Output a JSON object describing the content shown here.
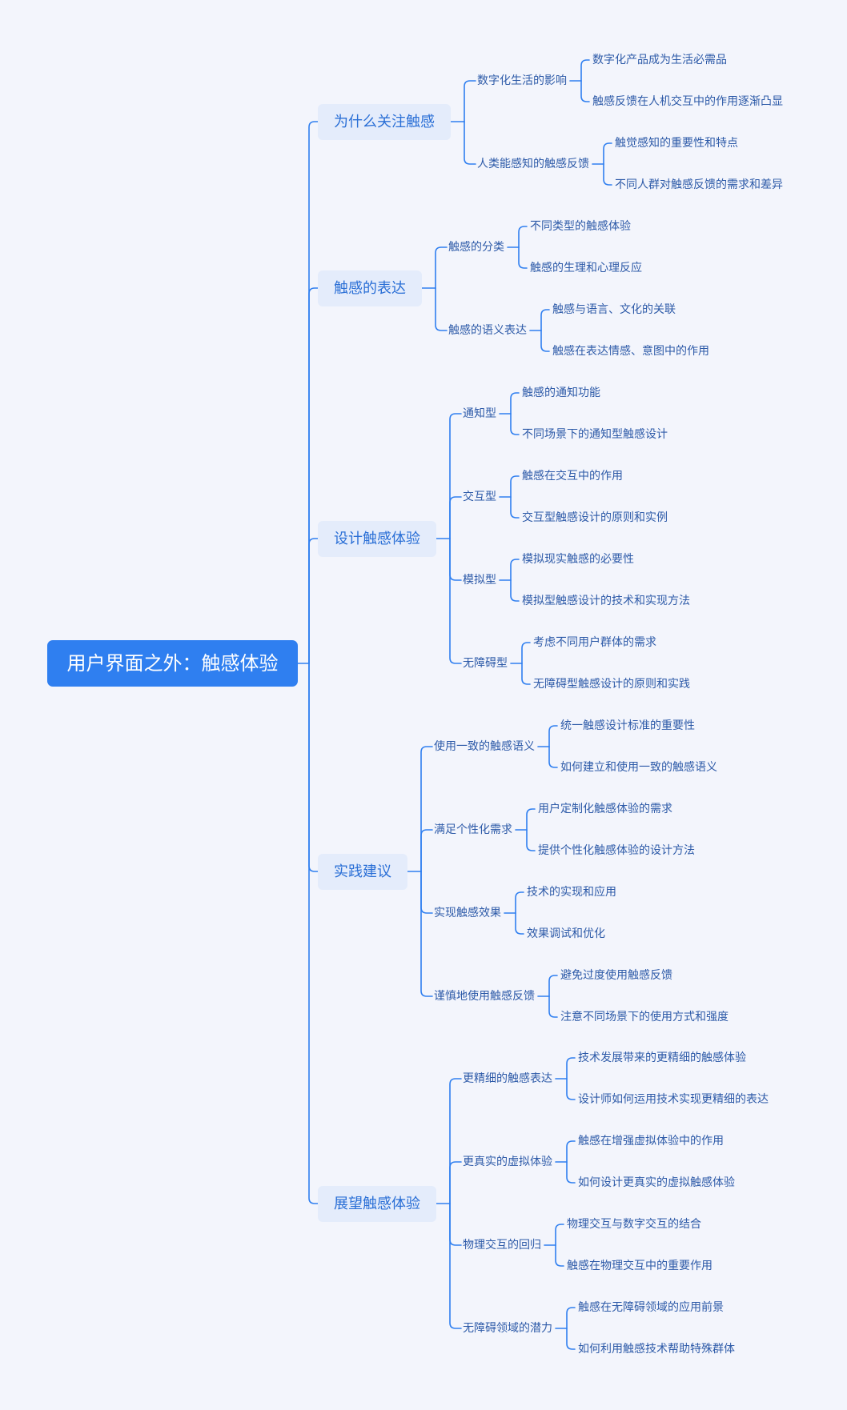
{
  "title": "用户界面之外：触感体验",
  "branches": [
    {
      "label": "为什么关注触感",
      "children": [
        {
          "label": "数字化生活的影响",
          "children": [
            "数字化产品成为生活必需品",
            "触感反馈在人机交互中的作用逐渐凸显"
          ]
        },
        {
          "label": "人类能感知的触感反馈",
          "children": [
            "触觉感知的重要性和特点",
            "不同人群对触感反馈的需求和差异"
          ]
        }
      ]
    },
    {
      "label": "触感的表达",
      "children": [
        {
          "label": "触感的分类",
          "children": [
            "不同类型的触感体验",
            "触感的生理和心理反应"
          ]
        },
        {
          "label": "触感的语义表达",
          "children": [
            "触感与语言、文化的关联",
            "触感在表达情感、意图中的作用"
          ]
        }
      ]
    },
    {
      "label": "设计触感体验",
      "children": [
        {
          "label": "通知型",
          "children": [
            "触感的通知功能",
            "不同场景下的通知型触感设计"
          ]
        },
        {
          "label": "交互型",
          "children": [
            "触感在交互中的作用",
            "交互型触感设计的原则和实例"
          ]
        },
        {
          "label": "模拟型",
          "children": [
            "模拟现实触感的必要性",
            "模拟型触感设计的技术和实现方法"
          ]
        },
        {
          "label": "无障碍型",
          "children": [
            "考虑不同用户群体的需求",
            "无障碍型触感设计的原则和实践"
          ]
        }
      ]
    },
    {
      "label": "实践建议",
      "children": [
        {
          "label": "使用一致的触感语义",
          "children": [
            "统一触感设计标准的重要性",
            "如何建立和使用一致的触感语义"
          ]
        },
        {
          "label": "满足个性化需求",
          "children": [
            "用户定制化触感体验的需求",
            "提供个性化触感体验的设计方法"
          ]
        },
        {
          "label": "实现触感效果",
          "children": [
            "技术的实现和应用",
            "效果调试和优化"
          ]
        },
        {
          "label": "谨慎地使用触感反馈",
          "children": [
            "避免过度使用触感反馈",
            "注意不同场景下的使用方式和强度"
          ]
        }
      ]
    },
    {
      "label": "展望触感体验",
      "children": [
        {
          "label": "更精细的触感表达",
          "children": [
            "技术发展带来的更精细的触感体验",
            "设计师如何运用技术实现更精细的表达"
          ]
        },
        {
          "label": "更真实的虚拟体验",
          "children": [
            "触感在增强虚拟体验中的作用",
            "如何设计更真实的虚拟触感体验"
          ]
        },
        {
          "label": "物理交互的回归",
          "children": [
            "物理交互与数字交互的结合",
            "触感在物理交互中的重要作用"
          ]
        },
        {
          "label": "无障碍领域的潜力",
          "children": [
            "触感在无障碍领域的应用前景",
            "如何利用触感技术帮助特殊群体"
          ]
        }
      ]
    }
  ],
  "colors": {
    "background": "#f3f5fc",
    "root_fill": "#2f7ff0",
    "root_text": "#ffffff",
    "branch_fill": "#e4ecfb",
    "branch_text": "#2a6fd6",
    "node_text": "#2d5aa8",
    "line": "#2f7ff0"
  }
}
